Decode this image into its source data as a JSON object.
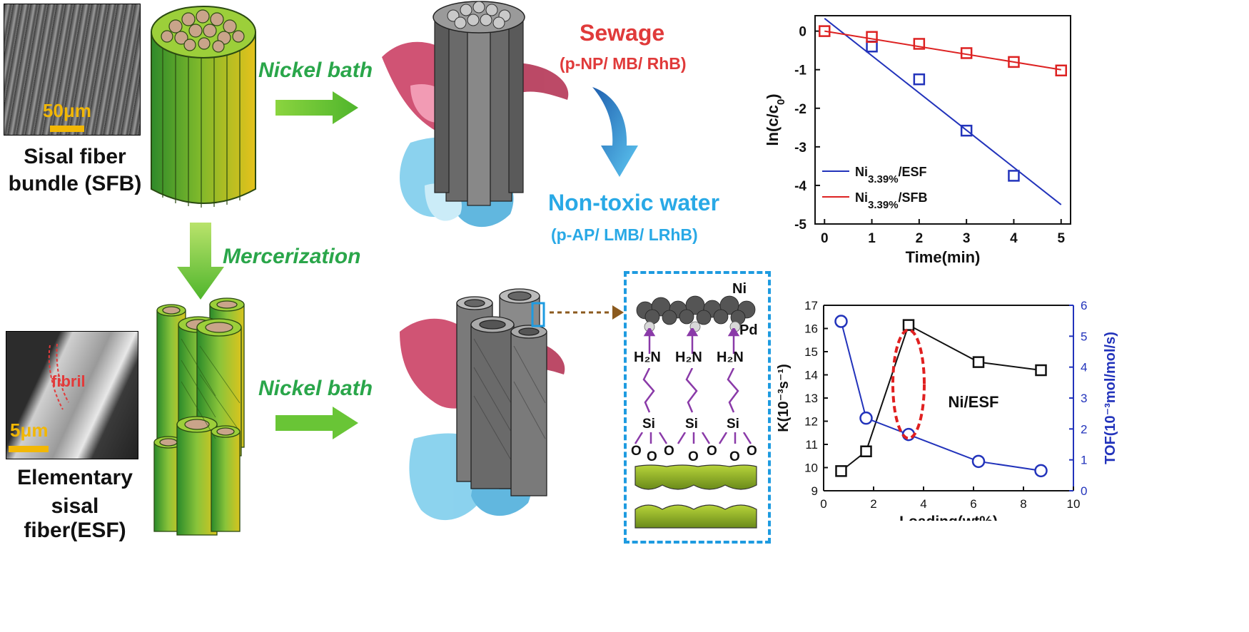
{
  "left": {
    "sfb_scale": "50μm",
    "sfb_label_line1": "Sisal fiber",
    "sfb_label_line2": "bundle (SFB)",
    "esf_fibril": "fibril",
    "esf_scale": "5μm",
    "esf_label_line1": "Elementary",
    "esf_label_line2": "sisal fiber(ESF)"
  },
  "process": {
    "nickel_bath_top": "Nickel bath",
    "mercerization": "Mercerization",
    "nickel_bath_bottom": "Nickel bath"
  },
  "center": {
    "sewage": "Sewage",
    "sewage_sub": "(p-NP/ MB/ RhB)",
    "nontoxic": "Non-toxic water",
    "nontoxic_sub": "(p-AP/ LMB/ LRhB)"
  },
  "inset": {
    "ni": "Ni",
    "pd": "Pd",
    "amine": "H₂N",
    "si": "Si",
    "o": "O"
  },
  "colors": {
    "green_text": "#2aa64a",
    "red_text": "#e03a3a",
    "blue_text": "#29a9e6",
    "inset_border": "#1e9be0"
  },
  "chart_data": [
    {
      "type": "scatter",
      "xlabel": "Time(min)",
      "ylabel": "ln(c/c0)",
      "xlim": [
        -0.2,
        5.2
      ],
      "ylim": [
        -5,
        0.4
      ],
      "xticks": [
        0,
        1,
        2,
        3,
        4,
        5
      ],
      "yticks": [
        0,
        -1,
        -2,
        -3,
        -4,
        -5
      ],
      "legend_position": "bottom-left",
      "series": [
        {
          "name": "Ni3.39%/ESF",
          "color": "#2233bb",
          "x": [
            1,
            2,
            3,
            4
          ],
          "y": [
            -0.4,
            -1.25,
            -2.58,
            -3.75
          ],
          "fit": {
            "x": [
              0,
              5
            ],
            "y": [
              0.33,
              -4.5
            ]
          }
        },
        {
          "name": "Ni3.39%/SFB",
          "color": "#dd2222",
          "x": [
            0,
            1,
            2,
            3,
            4,
            5
          ],
          "y": [
            0,
            -0.15,
            -0.33,
            -0.57,
            -0.8,
            -1.02
          ],
          "fit": {
            "x": [
              0,
              5
            ],
            "y": [
              0.0,
              -1.0
            ]
          }
        }
      ]
    },
    {
      "type": "line",
      "xlabel": "Loading(wt%)",
      "ylabel_left": "K(10⁻³s⁻¹)",
      "ylabel_right": "TOF(10⁻³mol/mol/s)",
      "annotation": "Ni/ESF",
      "xlim": [
        0,
        10
      ],
      "ylim_left": [
        9,
        17
      ],
      "ylim_right": [
        0,
        6
      ],
      "xticks": [
        0,
        2,
        4,
        6,
        8,
        10
      ],
      "yticks_left": [
        9,
        10,
        11,
        12,
        13,
        14,
        15,
        16,
        17
      ],
      "yticks_right": [
        0,
        1,
        2,
        3,
        4,
        5,
        6
      ],
      "series": [
        {
          "axis": "left",
          "color": "#111111",
          "marker": "square",
          "x": [
            0.7,
            1.7,
            3.4,
            6.2,
            8.7
          ],
          "y": [
            9.85,
            10.7,
            16.15,
            14.55,
            14.2
          ]
        },
        {
          "axis": "right",
          "color": "#2233bb",
          "marker": "circle",
          "x": [
            0.7,
            1.7,
            3.4,
            6.2,
            8.7
          ],
          "y": [
            5.48,
            2.35,
            1.82,
            0.95,
            0.65
          ]
        }
      ]
    }
  ]
}
